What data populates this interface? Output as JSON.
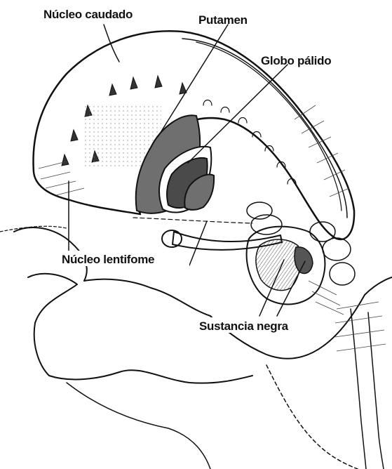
{
  "labels": {
    "nucleo_caudado": "Núcleo caudado",
    "putamen": "Putamen",
    "globo_palido": "Globo pálido",
    "nucleo_lentiforme": "Núcleo lentifome",
    "sustancia_negra": "Sustancia negra"
  },
  "colors": {
    "ink": "#111111",
    "background": "#ffffff",
    "putamen_shade": "#6f6f6f",
    "globus_shade": "#4a4a4a"
  }
}
